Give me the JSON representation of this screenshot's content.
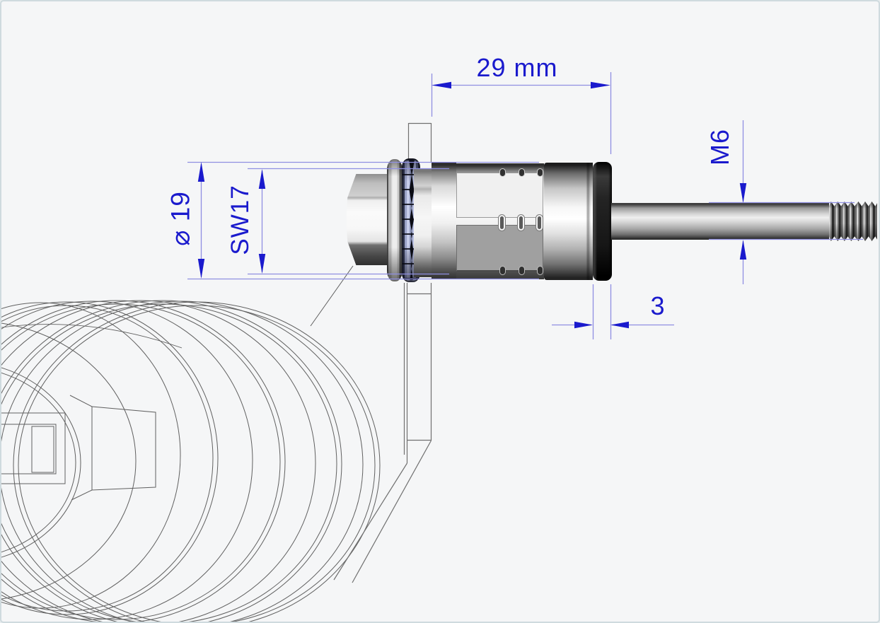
{
  "drawing": {
    "annotations": {
      "overall_length": "29 mm",
      "thread_size": "M6",
      "washer_diameter": "⌀ 19",
      "hex_width_across_flats": "SW17",
      "buffer_thickness": "3"
    }
  },
  "colors": {
    "dimension_blue": "#1a1acd",
    "extension_blue": "#8f8fe2",
    "wireframe_gray": "#606060",
    "plate_gray": "#707070",
    "rubber_black": "#161616",
    "frame_border": "#cfdade",
    "background": "#f5f6f7"
  }
}
